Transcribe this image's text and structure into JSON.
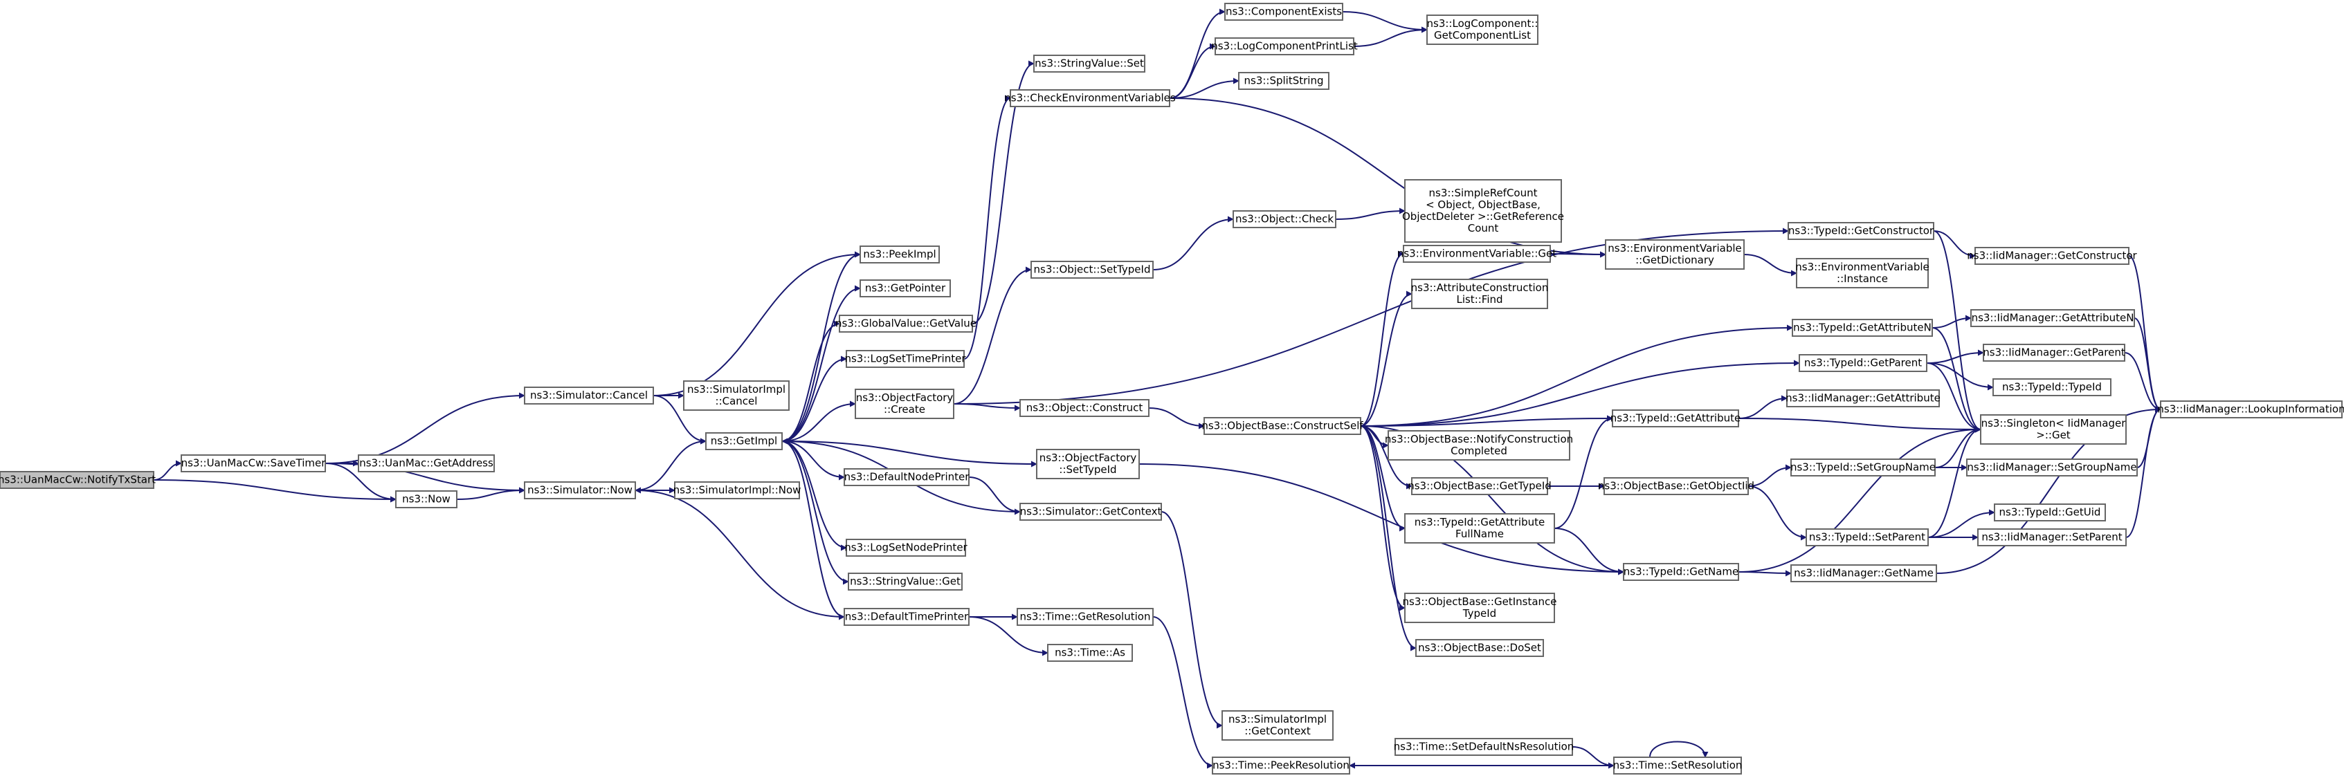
{
  "colors": {
    "edge": "#191970",
    "node_border": "#666666",
    "root_fill": "#bfbfbf"
  },
  "nodes": [
    {
      "id": "root",
      "lines": [
        "ns3::UanMacCw::NotifyTxStart"
      ]
    },
    {
      "id": "saveTimer",
      "lines": [
        "ns3::UanMacCw::SaveTimer"
      ]
    },
    {
      "id": "getAddress",
      "lines": [
        "ns3::UanMac::GetAddress"
      ]
    },
    {
      "id": "simCancel",
      "lines": [
        "ns3::Simulator::Cancel"
      ]
    },
    {
      "id": "simImplCancel",
      "lines": [
        "ns3::SimulatorImpl",
        "::Cancel"
      ]
    },
    {
      "id": "now",
      "lines": [
        "ns3::Now"
      ]
    },
    {
      "id": "simNow",
      "lines": [
        "ns3::Simulator::Now"
      ]
    },
    {
      "id": "simImplNow",
      "lines": [
        "ns3::SimulatorImpl::Now"
      ]
    },
    {
      "id": "getImpl",
      "lines": [
        "ns3::GetImpl"
      ]
    },
    {
      "id": "peekImpl",
      "lines": [
        "ns3::PeekImpl"
      ]
    },
    {
      "id": "getPointer",
      "lines": [
        "ns3::GetPointer"
      ]
    },
    {
      "id": "gvGetValue",
      "lines": [
        "ns3::GlobalValue::GetValue"
      ]
    },
    {
      "id": "logSetTimePrinter",
      "lines": [
        "ns3::LogSetTimePrinter"
      ]
    },
    {
      "id": "ofCreate",
      "lines": [
        "ns3::ObjectFactory",
        "::Create"
      ]
    },
    {
      "id": "defaultNodePrinter",
      "lines": [
        "ns3::DefaultNodePrinter"
      ]
    },
    {
      "id": "logSetNodePrinter",
      "lines": [
        "ns3::LogSetNodePrinter"
      ]
    },
    {
      "id": "svGet",
      "lines": [
        "ns3::StringValue::Get"
      ]
    },
    {
      "id": "defaultTimePrinter",
      "lines": [
        "ns3::DefaultTimePrinter"
      ]
    },
    {
      "id": "svSet",
      "lines": [
        "ns3::StringValue::Set"
      ]
    },
    {
      "id": "checkEnv",
      "lines": [
        "ns3::CheckEnvironmentVariables"
      ]
    },
    {
      "id": "componentExists",
      "lines": [
        "ns3::ComponentExists"
      ]
    },
    {
      "id": "logCompPrintList",
      "lines": [
        "ns3::LogComponentPrintList"
      ]
    },
    {
      "id": "splitString",
      "lines": [
        "ns3::SplitString"
      ]
    },
    {
      "id": "getComponentList",
      "lines": [
        "ns3::LogComponent::",
        "GetComponentList"
      ]
    },
    {
      "id": "objSetTypeId",
      "lines": [
        "ns3::Object::SetTypeId"
      ]
    },
    {
      "id": "objCheck",
      "lines": [
        "ns3::Object::Check"
      ]
    },
    {
      "id": "simpleRefCount",
      "lines": [
        "ns3::SimpleRefCount",
        "< Object, ObjectBase,",
        "ObjectDeleter >::GetReference",
        "Count"
      ]
    },
    {
      "id": "objConstruct",
      "lines": [
        "ns3::Object::Construct"
      ]
    },
    {
      "id": "ofSetTypeId",
      "lines": [
        "ns3::ObjectFactory",
        "::SetTypeId"
      ]
    },
    {
      "id": "simGetContext",
      "lines": [
        "ns3::Simulator::GetContext"
      ]
    },
    {
      "id": "simImplGetContext",
      "lines": [
        "ns3::SimulatorImpl",
        "::GetContext"
      ]
    },
    {
      "id": "timeGetResolution",
      "lines": [
        "ns3::Time::GetResolution"
      ]
    },
    {
      "id": "timeAs",
      "lines": [
        "ns3::Time::As"
      ]
    },
    {
      "id": "timePeekResolution",
      "lines": [
        "ns3::Time::PeekResolution"
      ]
    },
    {
      "id": "timeSetDefaultNs",
      "lines": [
        "ns3::Time::SetDefaultNsResolution"
      ]
    },
    {
      "id": "timeSetResolution",
      "lines": [
        "ns3::Time::SetResolution"
      ]
    },
    {
      "id": "constructSelf",
      "lines": [
        "ns3::ObjectBase::ConstructSelf"
      ]
    },
    {
      "id": "envVarGet",
      "lines": [
        "ns3::EnvironmentVariable::Get"
      ]
    },
    {
      "id": "attrConstrListFind",
      "lines": [
        "ns3::AttributeConstruction",
        "List::Find"
      ]
    },
    {
      "id": "notifyConstructionCompleted",
      "lines": [
        "ns3::ObjectBase::NotifyConstruction",
        "Completed"
      ]
    },
    {
      "id": "obGetTypeId",
      "lines": [
        "ns3::ObjectBase::GetTypeId"
      ]
    },
    {
      "id": "tidGetAttrFullName",
      "lines": [
        "ns3::TypeId::GetAttribute",
        "FullName"
      ]
    },
    {
      "id": "obGetInstanceTypeId",
      "lines": [
        "ns3::ObjectBase::GetInstance",
        "TypeId"
      ]
    },
    {
      "id": "obDoSet",
      "lines": [
        "ns3::ObjectBase::DoSet"
      ]
    },
    {
      "id": "envVarGetDict",
      "lines": [
        "ns3::EnvironmentVariable",
        "::GetDictionary"
      ]
    },
    {
      "id": "envVarInstance",
      "lines": [
        "ns3::EnvironmentVariable",
        "::Instance"
      ]
    },
    {
      "id": "tidGetConstructor",
      "lines": [
        "ns3::TypeId::GetConstructor"
      ]
    },
    {
      "id": "tidGetAttributeN",
      "lines": [
        "ns3::TypeId::GetAttributeN"
      ]
    },
    {
      "id": "tidGetParent",
      "lines": [
        "ns3::TypeId::GetParent"
      ]
    },
    {
      "id": "tidGetAttribute",
      "lines": [
        "ns3::TypeId::GetAttribute"
      ]
    },
    {
      "id": "obGetObjectIid",
      "lines": [
        "ns3::ObjectBase::GetObjectIid"
      ]
    },
    {
      "id": "tidGetName",
      "lines": [
        "ns3::TypeId::GetName"
      ]
    },
    {
      "id": "iidGetConstructor",
      "lines": [
        "ns3::IidManager::GetConstructor"
      ]
    },
    {
      "id": "iidGetAttributeN",
      "lines": [
        "ns3::IidManager::GetAttributeN"
      ]
    },
    {
      "id": "iidGetParent",
      "lines": [
        "ns3::IidManager::GetParent"
      ]
    },
    {
      "id": "tidTypeId",
      "lines": [
        "ns3::TypeId::TypeId"
      ]
    },
    {
      "id": "iidGetAttribute",
      "lines": [
        "ns3::IidManager::GetAttribute"
      ]
    },
    {
      "id": "singletonGet",
      "lines": [
        "ns3::Singleton< IidManager",
        ">::Get"
      ]
    },
    {
      "id": "tidSetGroupName",
      "lines": [
        "ns3::TypeId::SetGroupName"
      ]
    },
    {
      "id": "iidSetGroupName",
      "lines": [
        "ns3::IidManager::SetGroupName"
      ]
    },
    {
      "id": "tidGetUid",
      "lines": [
        "ns3::TypeId::GetUid"
      ]
    },
    {
      "id": "tidSetParent",
      "lines": [
        "ns3::TypeId::SetParent"
      ]
    },
    {
      "id": "iidSetParent",
      "lines": [
        "ns3::IidManager::SetParent"
      ]
    },
    {
      "id": "iidGetName",
      "lines": [
        "ns3::IidManager::GetName"
      ]
    },
    {
      "id": "iidLookupInformation",
      "lines": [
        "ns3::IidManager::LookupInformation"
      ]
    }
  ],
  "edges": [
    [
      "root",
      "saveTimer"
    ],
    [
      "root",
      "now"
    ],
    [
      "saveTimer",
      "simCancel"
    ],
    [
      "saveTimer",
      "getAddress"
    ],
    [
      "saveTimer",
      "now"
    ],
    [
      "saveTimer",
      "simNow"
    ],
    [
      "simCancel",
      "getImpl"
    ],
    [
      "simCancel",
      "simImplCancel"
    ],
    [
      "simCancel",
      "peekImpl"
    ],
    [
      "now",
      "simNow"
    ],
    [
      "simNow",
      "getImpl"
    ],
    [
      "simNow",
      "simImplNow"
    ],
    [
      "getImpl",
      "peekImpl"
    ],
    [
      "getImpl",
      "getPointer"
    ],
    [
      "getImpl",
      "gvGetValue"
    ],
    [
      "getImpl",
      "logSetTimePrinter"
    ],
    [
      "getImpl",
      "ofCreate"
    ],
    [
      "getImpl",
      "defaultNodePrinter"
    ],
    [
      "getImpl",
      "logSetNodePrinter"
    ],
    [
      "getImpl",
      "svGet"
    ],
    [
      "getImpl",
      "defaultTimePrinter"
    ],
    [
      "getImpl",
      "ofSetTypeId"
    ],
    [
      "gvGetValue",
      "svSet"
    ],
    [
      "logSetTimePrinter",
      "checkEnv"
    ],
    [
      "checkEnv",
      "componentExists"
    ],
    [
      "checkEnv",
      "logCompPrintList"
    ],
    [
      "checkEnv",
      "splitString"
    ],
    [
      "checkEnv",
      "envVarGetDict"
    ],
    [
      "componentExists",
      "getComponentList"
    ],
    [
      "logCompPrintList",
      "getComponentList"
    ],
    [
      "ofCreate",
      "objSetTypeId"
    ],
    [
      "ofCreate",
      "objConstruct"
    ],
    [
      "ofCreate",
      "tidGetConstructor"
    ],
    [
      "objSetTypeId",
      "objCheck"
    ],
    [
      "objCheck",
      "simpleRefCount"
    ],
    [
      "objConstruct",
      "constructSelf"
    ],
    [
      "ofSetTypeId",
      "tidGetName"
    ],
    [
      "defaultNodePrinter",
      "simGetContext"
    ],
    [
      "simGetContext",
      "getImpl"
    ],
    [
      "simGetContext",
      "simImplGetContext"
    ],
    [
      "defaultTimePrinter",
      "simNow"
    ],
    [
      "defaultTimePrinter",
      "timeGetResolution"
    ],
    [
      "defaultTimePrinter",
      "timeAs"
    ],
    [
      "timeGetResolution",
      "timePeekResolution"
    ],
    [
      "timeSetDefaultNs",
      "timeSetResolution"
    ],
    [
      "timeSetResolution",
      "timePeekResolution"
    ],
    [
      "timeSetResolution",
      "timeSetResolution"
    ],
    [
      "constructSelf",
      "envVarGet"
    ],
    [
      "constructSelf",
      "attrConstrListFind"
    ],
    [
      "constructSelf",
      "notifyConstructionCompleted"
    ],
    [
      "constructSelf",
      "obGetTypeId"
    ],
    [
      "constructSelf",
      "tidGetAttrFullName"
    ],
    [
      "constructSelf",
      "obGetInstanceTypeId"
    ],
    [
      "constructSelf",
      "obDoSet"
    ],
    [
      "constructSelf",
      "tidGetAttribute"
    ],
    [
      "constructSelf",
      "tidGetAttributeN"
    ],
    [
      "constructSelf",
      "tidGetParent"
    ],
    [
      "constructSelf",
      "tidGetName"
    ],
    [
      "envVarGet",
      "envVarGetDict"
    ],
    [
      "envVarGetDict",
      "envVarInstance"
    ],
    [
      "obGetTypeId",
      "obGetObjectIid"
    ],
    [
      "tidGetAttrFullName",
      "tidGetAttribute"
    ],
    [
      "tidGetAttrFullName",
      "tidGetName"
    ],
    [
      "obGetObjectIid",
      "tidSetGroupName"
    ],
    [
      "obGetObjectIid",
      "tidSetParent"
    ],
    [
      "tidGetConstructor",
      "iidGetConstructor"
    ],
    [
      "tidGetConstructor",
      "singletonGet"
    ],
    [
      "tidGetAttributeN",
      "iidGetAttributeN"
    ],
    [
      "tidGetAttributeN",
      "singletonGet"
    ],
    [
      "tidGetParent",
      "iidGetParent"
    ],
    [
      "tidGetParent",
      "tidTypeId"
    ],
    [
      "tidGetParent",
      "singletonGet"
    ],
    [
      "tidGetAttribute",
      "iidGetAttribute"
    ],
    [
      "tidGetAttribute",
      "singletonGet"
    ],
    [
      "tidGetName",
      "iidGetName"
    ],
    [
      "tidGetName",
      "singletonGet"
    ],
    [
      "tidSetGroupName",
      "iidSetGroupName"
    ],
    [
      "tidSetGroupName",
      "singletonGet"
    ],
    [
      "tidSetParent",
      "tidGetUid"
    ],
    [
      "tidSetParent",
      "iidSetParent"
    ],
    [
      "tidSetParent",
      "singletonGet"
    ],
    [
      "iidGetConstructor",
      "iidLookupInformation"
    ],
    [
      "iidGetAttributeN",
      "iidLookupInformation"
    ],
    [
      "iidGetParent",
      "iidLookupInformation"
    ],
    [
      "iidSetGroupName",
      "iidLookupInformation"
    ],
    [
      "iidSetParent",
      "iidLookupInformation"
    ],
    [
      "iidGetName",
      "iidLookupInformation"
    ]
  ]
}
